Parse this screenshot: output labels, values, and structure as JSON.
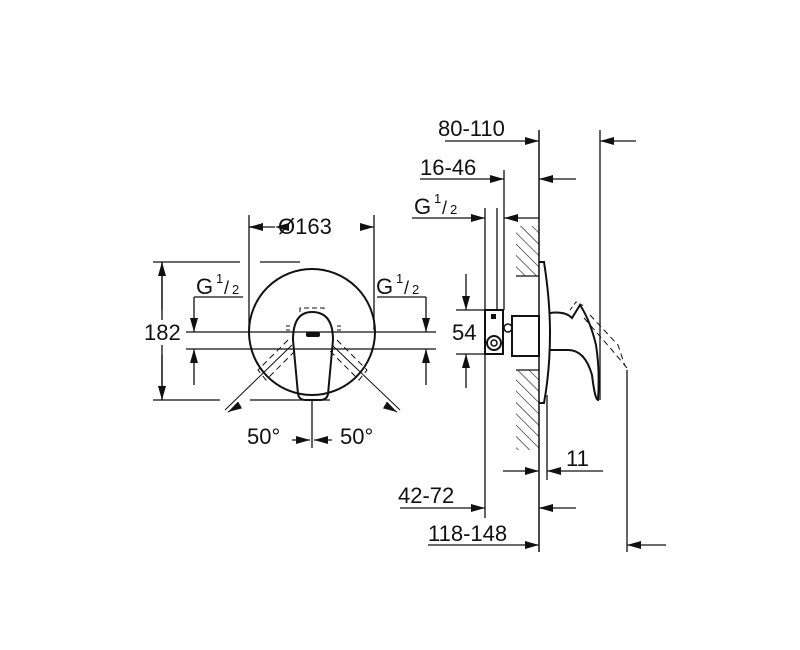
{
  "drawing": {
    "type": "technical dimension drawing - concealed single-lever shower mixer",
    "front_view": {
      "diameter_label": "Ø163",
      "height_label": "182",
      "left_connection": {
        "g": "G",
        "num": "1",
        "den": "2"
      },
      "right_connection": {
        "g": "G",
        "num": "1",
        "den": "2"
      },
      "angle_left": "50°",
      "angle_right": "50°"
    },
    "side_view": {
      "dim_80_110": "80-110",
      "dim_16_46": "16-46",
      "connection": {
        "g": "G",
        "num": "1",
        "den": "2"
      },
      "dim_54": "54",
      "dim_11": "11",
      "dim_42_72": "42-72",
      "dim_118_148": "118-148"
    }
  },
  "colors": {
    "line": "#111111",
    "background": "#ffffff"
  }
}
